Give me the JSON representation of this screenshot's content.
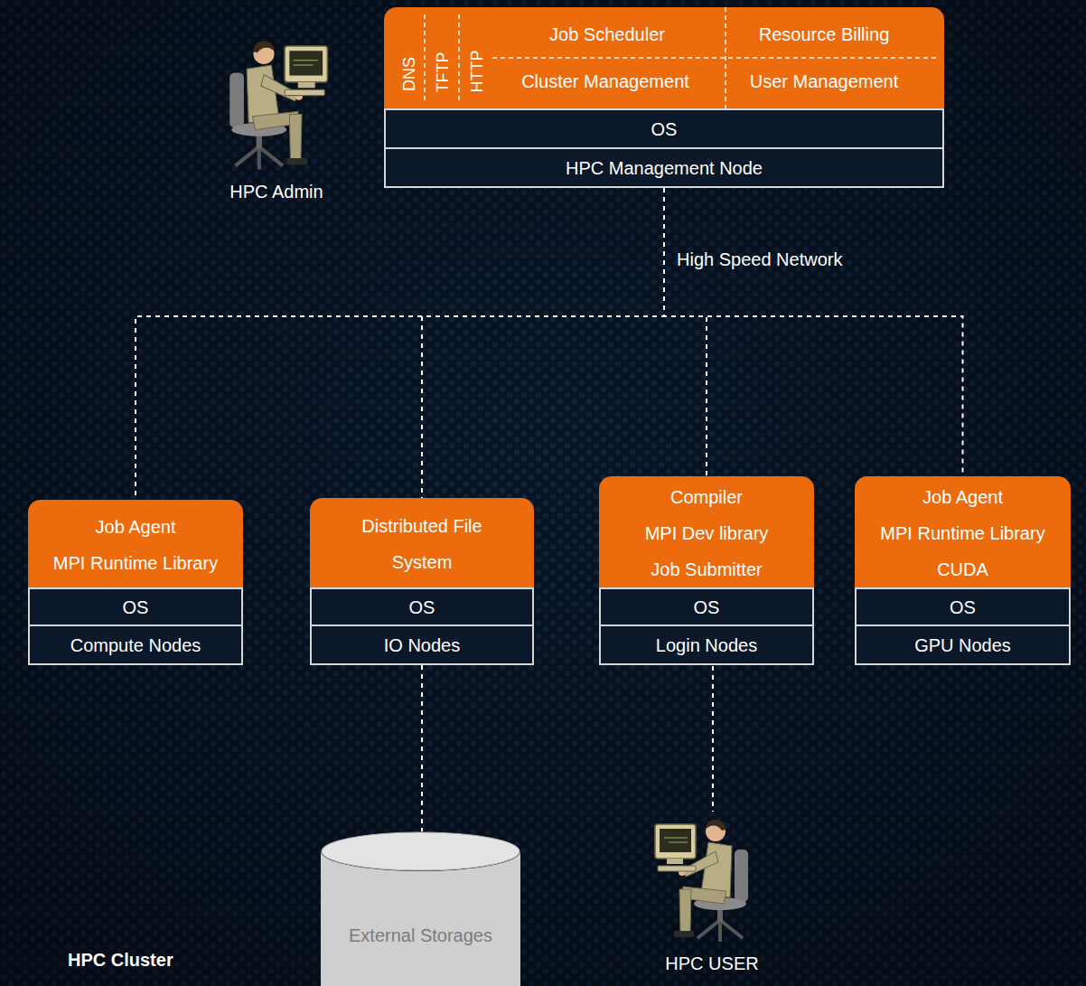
{
  "diagram": {
    "nodes": [
      {
        "text": [
          "DNS",
          "TFTP",
          "HTTP",
          "Job Scheduler",
          "Resource Billing",
          "Cluster Management",
          "User Management"
        ]
      },
      {
        "text": [
          "OS"
        ]
      },
      {
        "text": [
          "HPC Management Node"
        ]
      },
      {
        "text": [
          "Job Agent",
          "MPI Runtime Library"
        ]
      },
      {
        "text": [
          "OS"
        ]
      },
      {
        "text": [
          "Compute Nodes"
        ]
      },
      {
        "text": [
          "Distributed File System"
        ]
      },
      {
        "text": [
          "OS"
        ]
      },
      {
        "text": [
          "IO Nodes"
        ]
      },
      {
        "text": [
          "Compiler",
          "MPI Dev library",
          "Job Submitter"
        ]
      },
      {
        "text": [
          "OS"
        ]
      },
      {
        "text": [
          "Login Nodes"
        ]
      },
      {
        "text": [
          "Job Agent",
          "MPI Runtime Library",
          "CUDA"
        ]
      },
      {
        "text": [
          "OS"
        ]
      },
      {
        "text": [
          "GPU Nodes"
        ]
      },
      {
        "text": [
          "External Storages"
        ]
      }
    ],
    "edges": [
      {
        "from": 2,
        "to": 3,
        "arrow": "none",
        "label": "High Speed Network"
      },
      {
        "from": 2,
        "to": 6,
        "arrow": "none"
      },
      {
        "from": 2,
        "to": 9,
        "arrow": "none"
      },
      {
        "from": 2,
        "to": 12,
        "arrow": "none"
      },
      {
        "from": 8,
        "to": 15,
        "arrow": "none"
      }
    ],
    "labels": [
      "HPC Admin",
      "HPC USER",
      "HPC Cluster"
    ]
  }
}
